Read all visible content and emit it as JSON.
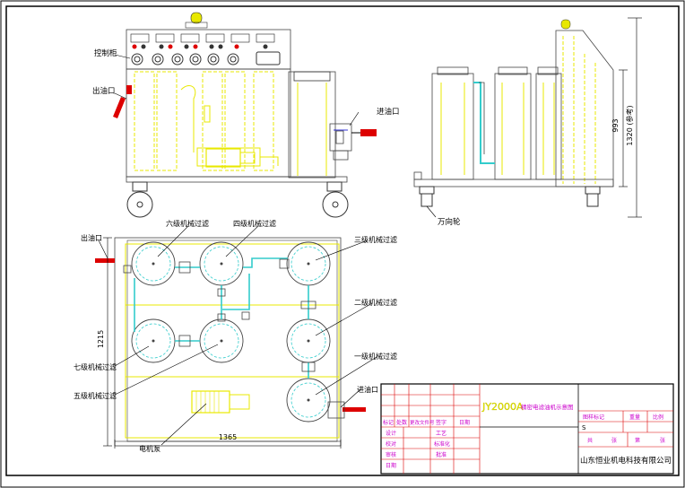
{
  "labels": {
    "control_panel": "控制柜",
    "oil_outlet_top": "出油口",
    "oil_inlet_top": "进油口",
    "universal_wheel": "万向轮",
    "oil_outlet_plan": "出油口",
    "oil_inlet_plan": "进油口",
    "filter_6": "六级机械过滤",
    "filter_4": "四级机械过滤",
    "filter_3": "三级机械过滤",
    "filter_2": "二级机械过滤",
    "filter_1": "一级机械过滤",
    "filter_7": "七级机械过滤",
    "filter_5": "五级机械过滤",
    "pump": "电机泵"
  },
  "dimensions": {
    "height_inner": "993",
    "height_outer": "1320 (参考)",
    "plan_height": "1215",
    "plan_width": "1365"
  },
  "title_block": {
    "drawing_title": "JY2000A",
    "drawing_subtitle": "精密电滤油机示意图",
    "company": "山东恒业机电科技有限公司",
    "col_headers": [
      "图样标记",
      "重量",
      "比例"
    ],
    "row_labels": [
      "标记",
      "处数",
      "更改文件号",
      "签字",
      "日期"
    ],
    "sign_rows": [
      "设计",
      "校对",
      "审核",
      "工艺",
      "标准化",
      "批准",
      "日期"
    ],
    "sheet_left": "共",
    "sheet_unit": "张",
    "sheet_right": "第",
    "sheet_letter": "S"
  },
  "colors": {
    "frame": "#000000",
    "yellow": "#e8e800",
    "cyan": "#33cccc",
    "red": "#dd0000",
    "magenta": "#cc00cc",
    "blue": "#0000cc"
  }
}
